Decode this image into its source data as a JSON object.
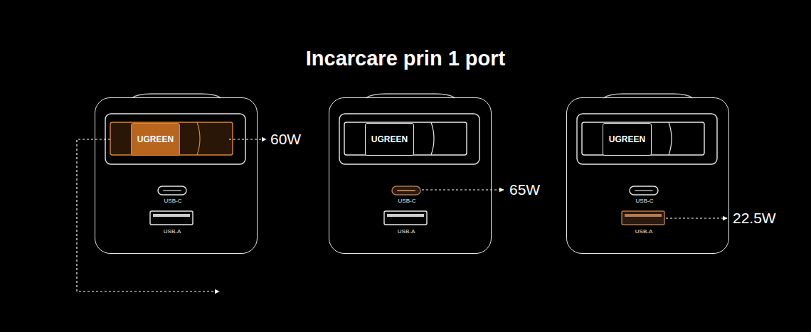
{
  "diagram": {
    "title": "Incarcare prin 1 port",
    "nodes": [
      {
        "text": [
          "USB-C",
          "USB-A"
        ]
      },
      {
        "text": [
          "UGREEN"
        ],
        "in": 0
      },
      {
        "text": [
          "USB-C",
          "USB-A"
        ]
      },
      {
        "text": [
          "UGREEN"
        ],
        "in": 2
      },
      {
        "text": [
          "USB-C",
          "USB-A"
        ]
      },
      {
        "text": [
          "UGREEN"
        ],
        "in": 4
      }
    ],
    "labels": [
      "60W",
      "65W",
      "22.5W"
    ]
  }
}
